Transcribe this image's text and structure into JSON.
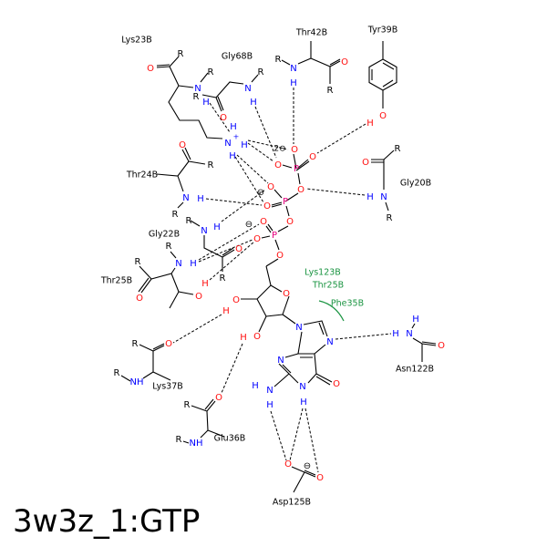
{
  "title": "3w3z_1:GTP",
  "residues": [
    "Lys23B",
    "Gly68B",
    "Thr42B",
    "Tyr39B",
    "Gly20B",
    "Thr24B",
    "Gly22B",
    "Thr25B",
    "Lys37B",
    "Glu36B",
    "Asn122B",
    "Asp125B"
  ],
  "hydrophobic": [
    "Lys123B",
    "Thr25B",
    "Phe35B"
  ],
  "charges": [
    "2⊖",
    "⊖",
    "⊖",
    "⊖",
    "+"
  ],
  "atoms": [
    "R",
    "O",
    "N",
    "R",
    "R",
    "H",
    "O",
    "N",
    "R",
    "H",
    "N",
    "H",
    "H",
    "H",
    "R",
    "N",
    "H",
    "O",
    "R",
    "O",
    "H",
    "O",
    "O",
    "O",
    "P",
    "O",
    "O",
    "P",
    "O",
    "O",
    "O",
    "P",
    "O",
    "O",
    "O",
    "O",
    "R",
    "N",
    "H",
    "R",
    "O",
    "R",
    "N",
    "H",
    "R",
    "R",
    "N",
    "H",
    "R",
    "R",
    "N",
    "H",
    "R",
    "O",
    "O",
    "H",
    "O",
    "O",
    "H",
    "O",
    "H",
    "N",
    "N",
    "N",
    "N",
    "H",
    "H",
    "N",
    "H",
    "O",
    "H",
    "N",
    "H",
    "O",
    "R",
    "O",
    "NH",
    "R",
    "R",
    "O",
    "NH",
    "R",
    "O",
    "O",
    "O",
    "R"
  ],
  "colors": {
    "oxygen": "#ff0d0d",
    "nitrogen": "#0000ff",
    "phosphorus": "#e6007e",
    "hydrophobic": "#1a9441"
  }
}
